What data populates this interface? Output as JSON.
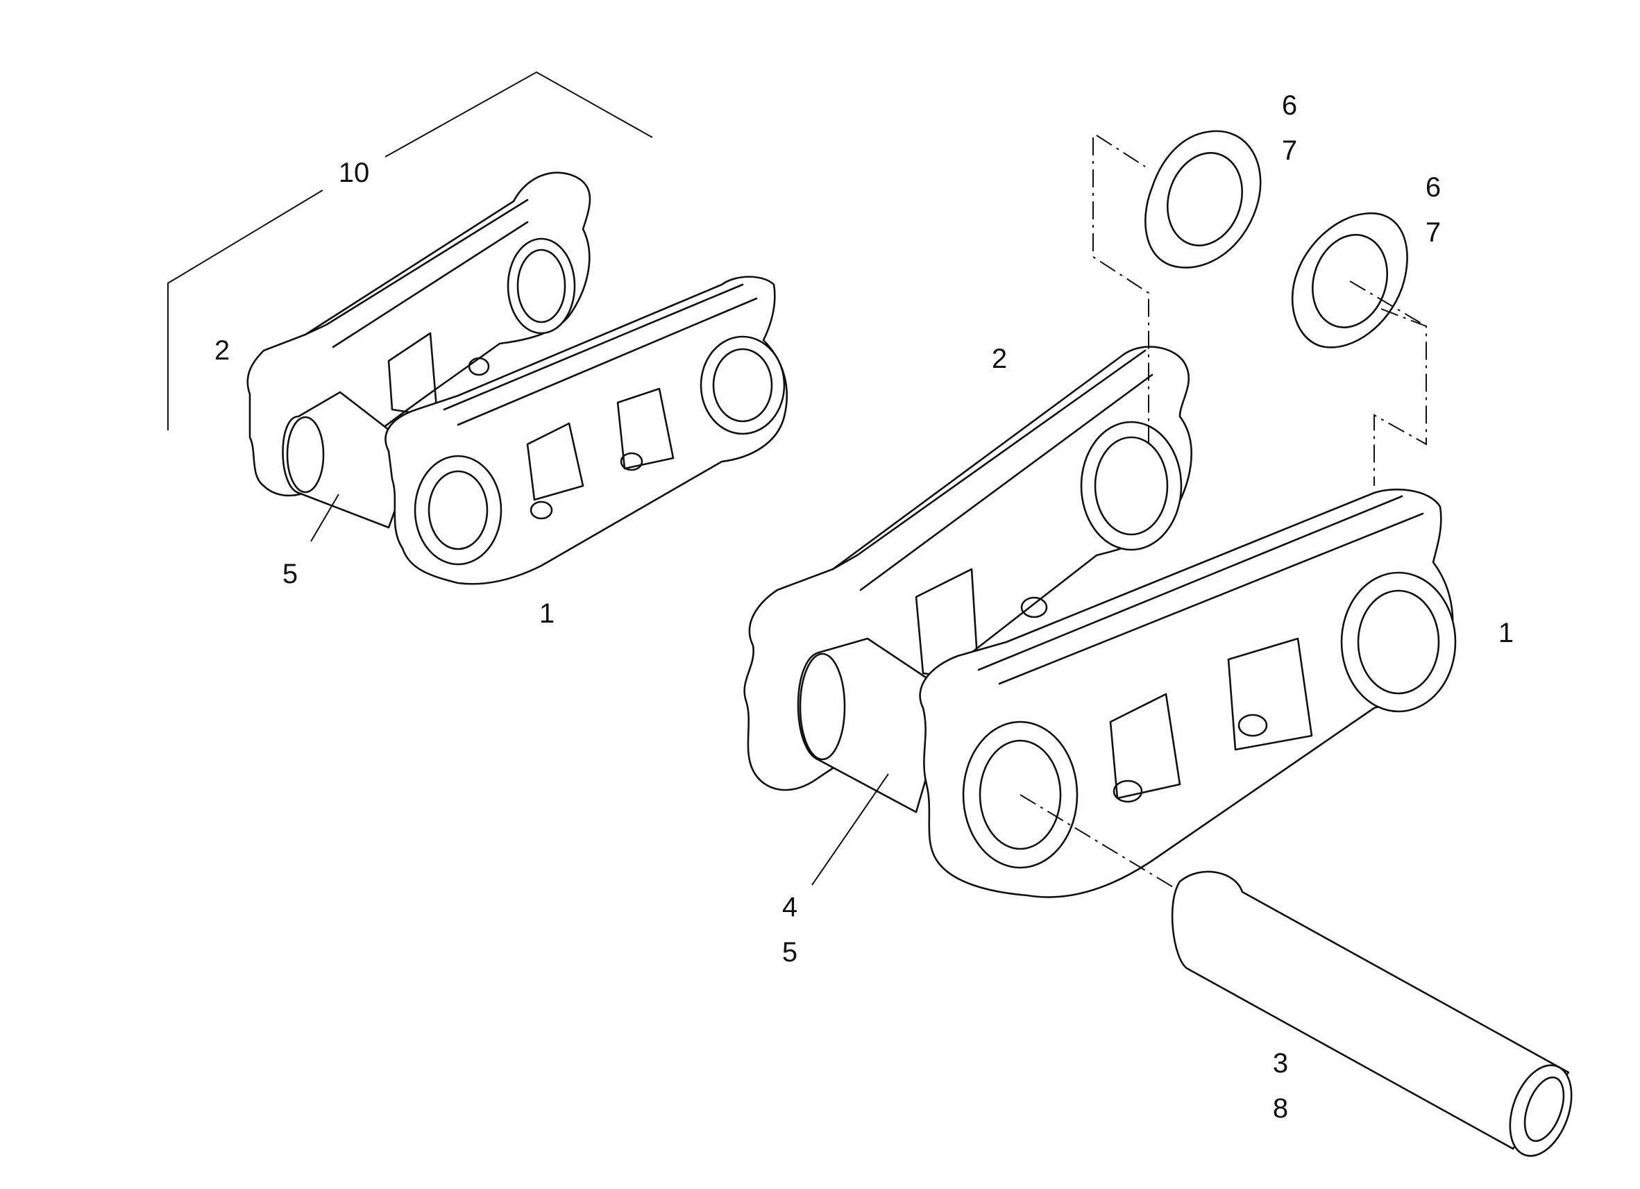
{
  "labels": {
    "assembly": "10",
    "left_link_outer": "2",
    "left_link_inner": "1",
    "left_bushing": "5",
    "right_link_outer": "2",
    "right_link_inner": "1",
    "right_bushing_a": "4",
    "right_bushing_b": "5",
    "seal_a_1": "6",
    "seal_a_2": "7",
    "seal_b_1": "6",
    "seal_b_2": "7",
    "pin_1": "3",
    "pin_2": "8"
  }
}
